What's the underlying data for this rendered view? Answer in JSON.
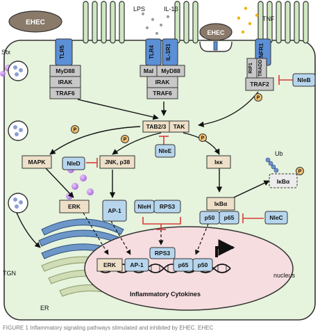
{
  "labels": {
    "ehec_top": "EHEC",
    "ehec_mid": "EHEC",
    "stx": "Stx",
    "lps": "LPS",
    "il1b": "IL-1β",
    "tnf": "TNF",
    "tgn": "TGN",
    "er": "ER",
    "nucleus": "nucleus",
    "ub": "Ub",
    "inflammatory": "Inflammatory Cytokines",
    "phospho": "P",
    "caption": "FIGURE 1  Inflammatory signaling pathways stimulated and inhibited by EHEC. EHEC"
  },
  "receptors": {
    "tlr5": "TLR5",
    "tlr4": "TLR4",
    "il1r1": "IL-1R1",
    "tnfr1": "TNFR1"
  },
  "adaptors": {
    "myd88_a": "MyD88",
    "irak_a": "IRAK",
    "traf6_a": "TRAF6",
    "mal": "Mal",
    "myd88_b": "MyD88",
    "irak_b": "IRAK",
    "traf6_b": "TRAF6",
    "rip1": "RIP1",
    "tradd": "TRADD",
    "traf2": "TRAF2"
  },
  "kinases": {
    "tab23": "TAB2/3",
    "tak": "TAK",
    "mapk": "MAPK",
    "jnk": "JNK, p38",
    "ikk": "Iκκ",
    "erk": "ERK",
    "ap1": "AP-1",
    "ikba": "IκBα",
    "p50": "p50",
    "p65": "p65",
    "ikba_ub": "IκBα"
  },
  "effectors": {
    "nleb": "NleB",
    "nlee": "NleE",
    "nled": "NleD",
    "nleh": "NleH",
    "rps3": "RPS3",
    "nlec": "NleC"
  },
  "nuclear": {
    "rps3": "RPS3",
    "erk": "ERK",
    "ap1": "AP-1",
    "p65": "p65",
    "p50": "p50"
  }
}
